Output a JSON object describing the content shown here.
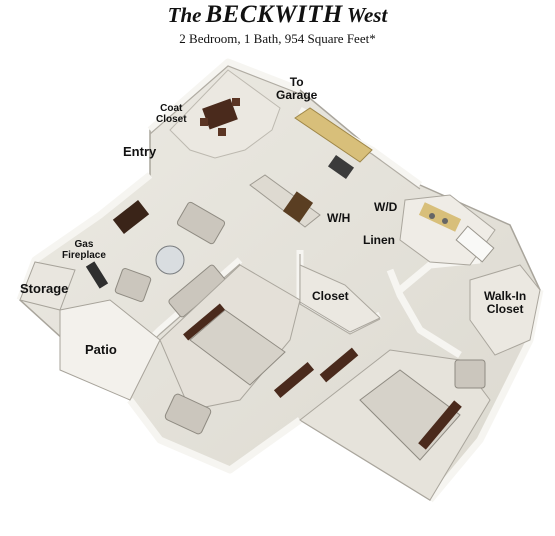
{
  "header": {
    "title_prefix": "The",
    "title_main": "BECKWITH",
    "title_suffix": "West",
    "subtitle": "2 Bedroom, 1 Bath, 954 Square Feet*"
  },
  "rooms": {
    "to_garage": "To\nGarage",
    "coat_closet": "Coat\nCloset",
    "entry": "Entry",
    "gas_fireplace": "Gas\nFireplace",
    "storage": "Storage",
    "patio": "Patio",
    "wh": "W/H",
    "wd": "W/D",
    "linen": "Linen",
    "closet": "Closet",
    "walk_in_closet": "Walk-In\nCloset"
  },
  "colors": {
    "floor": "#e7e4dc",
    "wall": "#f4f3ef",
    "wall_shadow": "#b8b5ad",
    "wood": "#d8bf7a",
    "furniture_dark": "#4a2a1c",
    "furniture_light": "#d3cfc6"
  }
}
